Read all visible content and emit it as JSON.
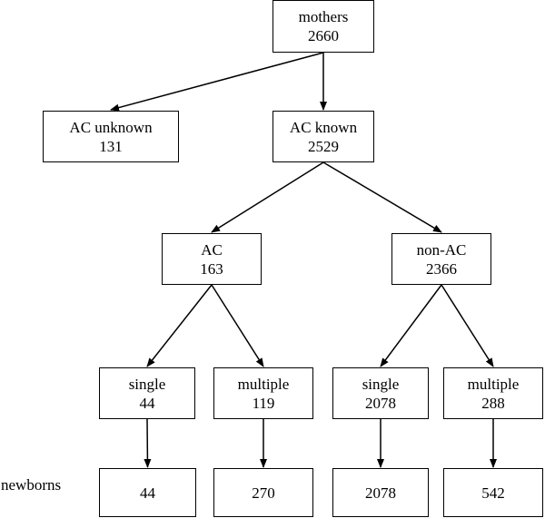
{
  "nodes": {
    "mothers": {
      "label": "mothers",
      "count": "2660"
    },
    "ac_unknown": {
      "label": "AC unknown",
      "count": "131"
    },
    "ac_known": {
      "label": "AC known",
      "count": "2529"
    },
    "ac": {
      "label": "AC",
      "count": "163"
    },
    "non_ac": {
      "label": "non-AC",
      "count": "2366"
    },
    "ac_single": {
      "label": "single",
      "count": "44"
    },
    "ac_multiple": {
      "label": "multiple",
      "count": "119"
    },
    "nonac_single": {
      "label": "single",
      "count": "2078"
    },
    "nonac_multiple": {
      "label": "multiple",
      "count": "288"
    },
    "nb_ac_single": {
      "count": "44"
    },
    "nb_ac_multiple": {
      "count": "270"
    },
    "nb_nonac_single": {
      "count": "2078"
    },
    "nb_nonac_multiple": {
      "count": "542"
    }
  },
  "row_labels": {
    "newborns": "newborns"
  },
  "edges": [
    [
      "mothers",
      "ac_unknown"
    ],
    [
      "mothers",
      "ac_known"
    ],
    [
      "ac_known",
      "ac"
    ],
    [
      "ac_known",
      "non_ac"
    ],
    [
      "ac",
      "ac_single"
    ],
    [
      "ac",
      "ac_multiple"
    ],
    [
      "non_ac",
      "nonac_single"
    ],
    [
      "non_ac",
      "nonac_multiple"
    ],
    [
      "ac_single",
      "nb_ac_single"
    ],
    [
      "ac_multiple",
      "nb_ac_multiple"
    ],
    [
      "nonac_single",
      "nb_nonac_single"
    ],
    [
      "nonac_multiple",
      "nb_nonac_multiple"
    ]
  ]
}
